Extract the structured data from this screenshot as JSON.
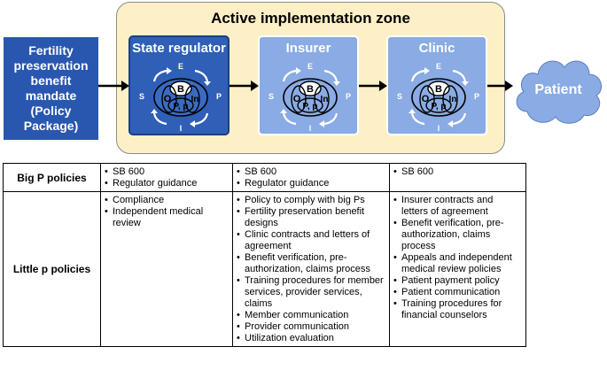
{
  "zone": {
    "title": "Active implementation zone"
  },
  "mandate": {
    "lines": [
      "Fertility",
      "preservation",
      "benefit",
      "mandate",
      "(Policy",
      "Package)"
    ]
  },
  "actors": [
    {
      "title": "State regulator",
      "color": "#2f5fb6",
      "border": "#1c3f80",
      "inner": "#3a6bc2"
    },
    {
      "title": "Insurer",
      "color": "#8aabe3",
      "border": "#ffffff",
      "inner": "#8aabe3"
    },
    {
      "title": "Clinic",
      "color": "#8aabe3",
      "border": "#ffffff",
      "inner": "#8aabe3"
    }
  ],
  "model_labels": {
    "top": "E",
    "left": "S",
    "right": "P",
    "bottom": "I",
    "center_top": "B",
    "center_left": "O",
    "center_right": "In",
    "center_bottom": "P, p"
  },
  "patient": {
    "label": "Patient",
    "color": "#8aabe3"
  },
  "table": {
    "rows": [
      {
        "header": "Big P policies",
        "cells": [
          [
            "SB 600",
            "Regulator guidance"
          ],
          [
            "SB 600",
            "Regulator guidance"
          ],
          [
            "SB 600"
          ]
        ]
      },
      {
        "header": "Little p policies",
        "cells": [
          [
            "Compliance",
            "Independent medical review"
          ],
          [
            "Policy to comply with big Ps",
            "Fertility preservation benefit designs",
            "Clinic contracts and letters of agreement",
            "Benefit verification, pre-authorization, claims process",
            "Training procedures for member services, provider services, claims",
            "Member communication",
            "Provider communication",
            "Utilization evaluation"
          ],
          [
            "Insurer contracts and letters of agreement",
            "Benefit verification, pre-authorization, claims process",
            "Appeals and independent medical review policies",
            "Patient payment policy",
            "Patient communication",
            "Training procedures for financial counselors"
          ]
        ]
      }
    ]
  }
}
